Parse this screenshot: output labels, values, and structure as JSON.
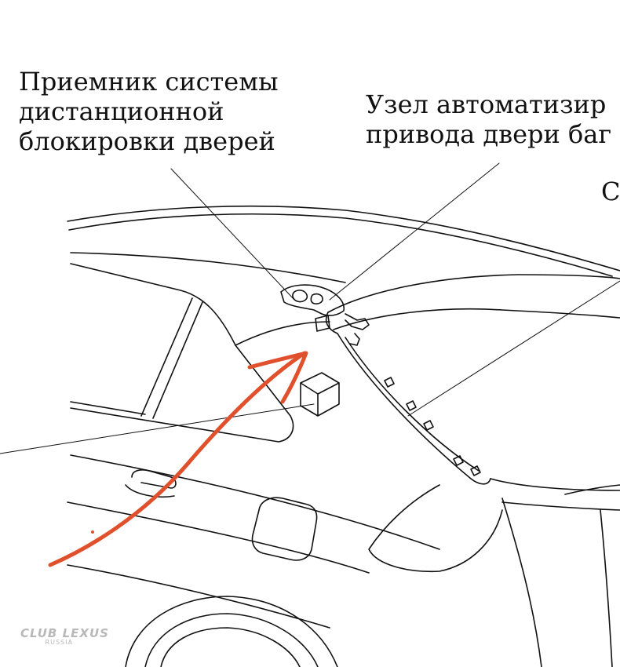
{
  "labels": {
    "receiver": [
      "Приемник системы",
      "дистанционной",
      "блокировки дверей"
    ],
    "actuator": [
      "Узел автоматизир",
      "привода двери баг"
    ],
    "partial": "С"
  },
  "watermark": {
    "line1": "CLUB LEXUS",
    "line2": "RUSSIA"
  },
  "colors": {
    "line_art": "#111111",
    "arrow": "#e0502c",
    "watermark": "#b8b8b8"
  }
}
